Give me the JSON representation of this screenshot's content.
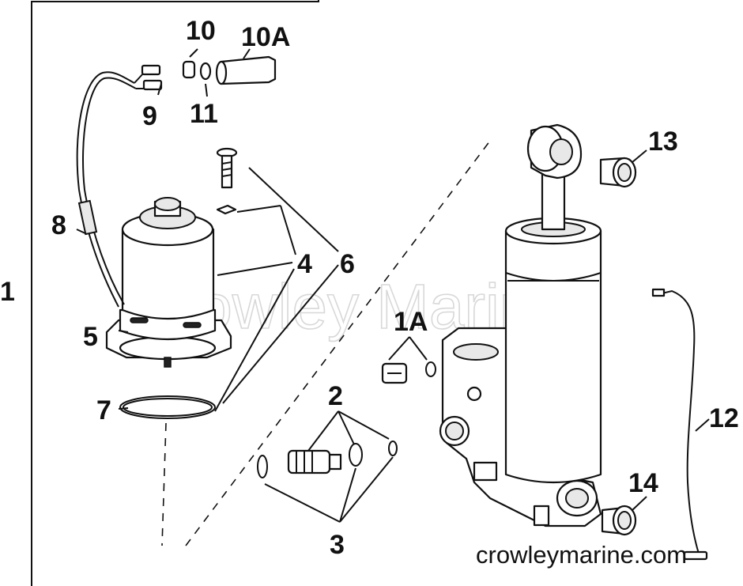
{
  "watermark": "Crowley Marine",
  "website": "crowleymarine.com",
  "callouts": {
    "c1": "1",
    "c1a": "1A",
    "c2": "2",
    "c3": "3",
    "c4": "4",
    "c5": "5",
    "c6": "6",
    "c7": "7",
    "c8": "8",
    "c9": "9",
    "c10": "10",
    "c10a": "10A",
    "c11": "11",
    "c12": "12",
    "c13": "13",
    "c14": "14"
  }
}
